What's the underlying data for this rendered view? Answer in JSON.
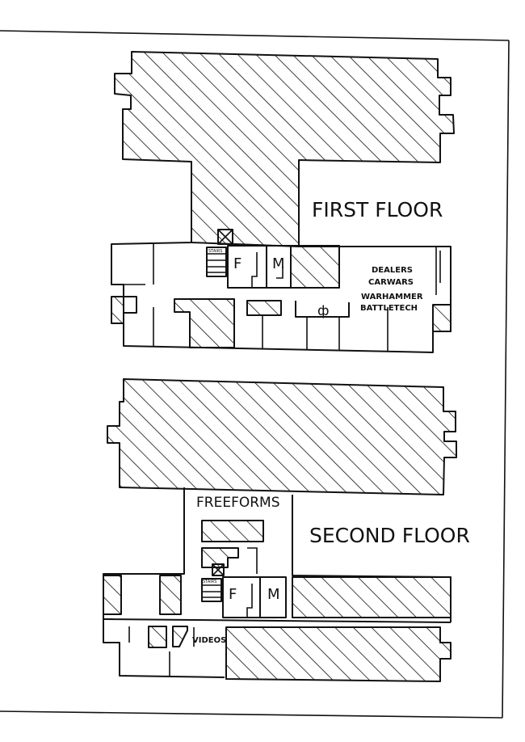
{
  "first_floor": {
    "title": "FIRST FLOOR",
    "restroom_f": "F",
    "restroom_m": "M",
    "rooms": [
      "DEALERS",
      "CARWARS",
      "WARHAMMER",
      "BATTLETECH"
    ],
    "stairs_label": "STAIRS",
    "phone_symbol": "ф"
  },
  "second_floor": {
    "title": "SECOND FLOOR",
    "freeforms": "FREEFORMS",
    "restroom_f": "F",
    "restroom_m": "M",
    "stairs_label": "STAIRS",
    "videos": "VIDEOS"
  }
}
